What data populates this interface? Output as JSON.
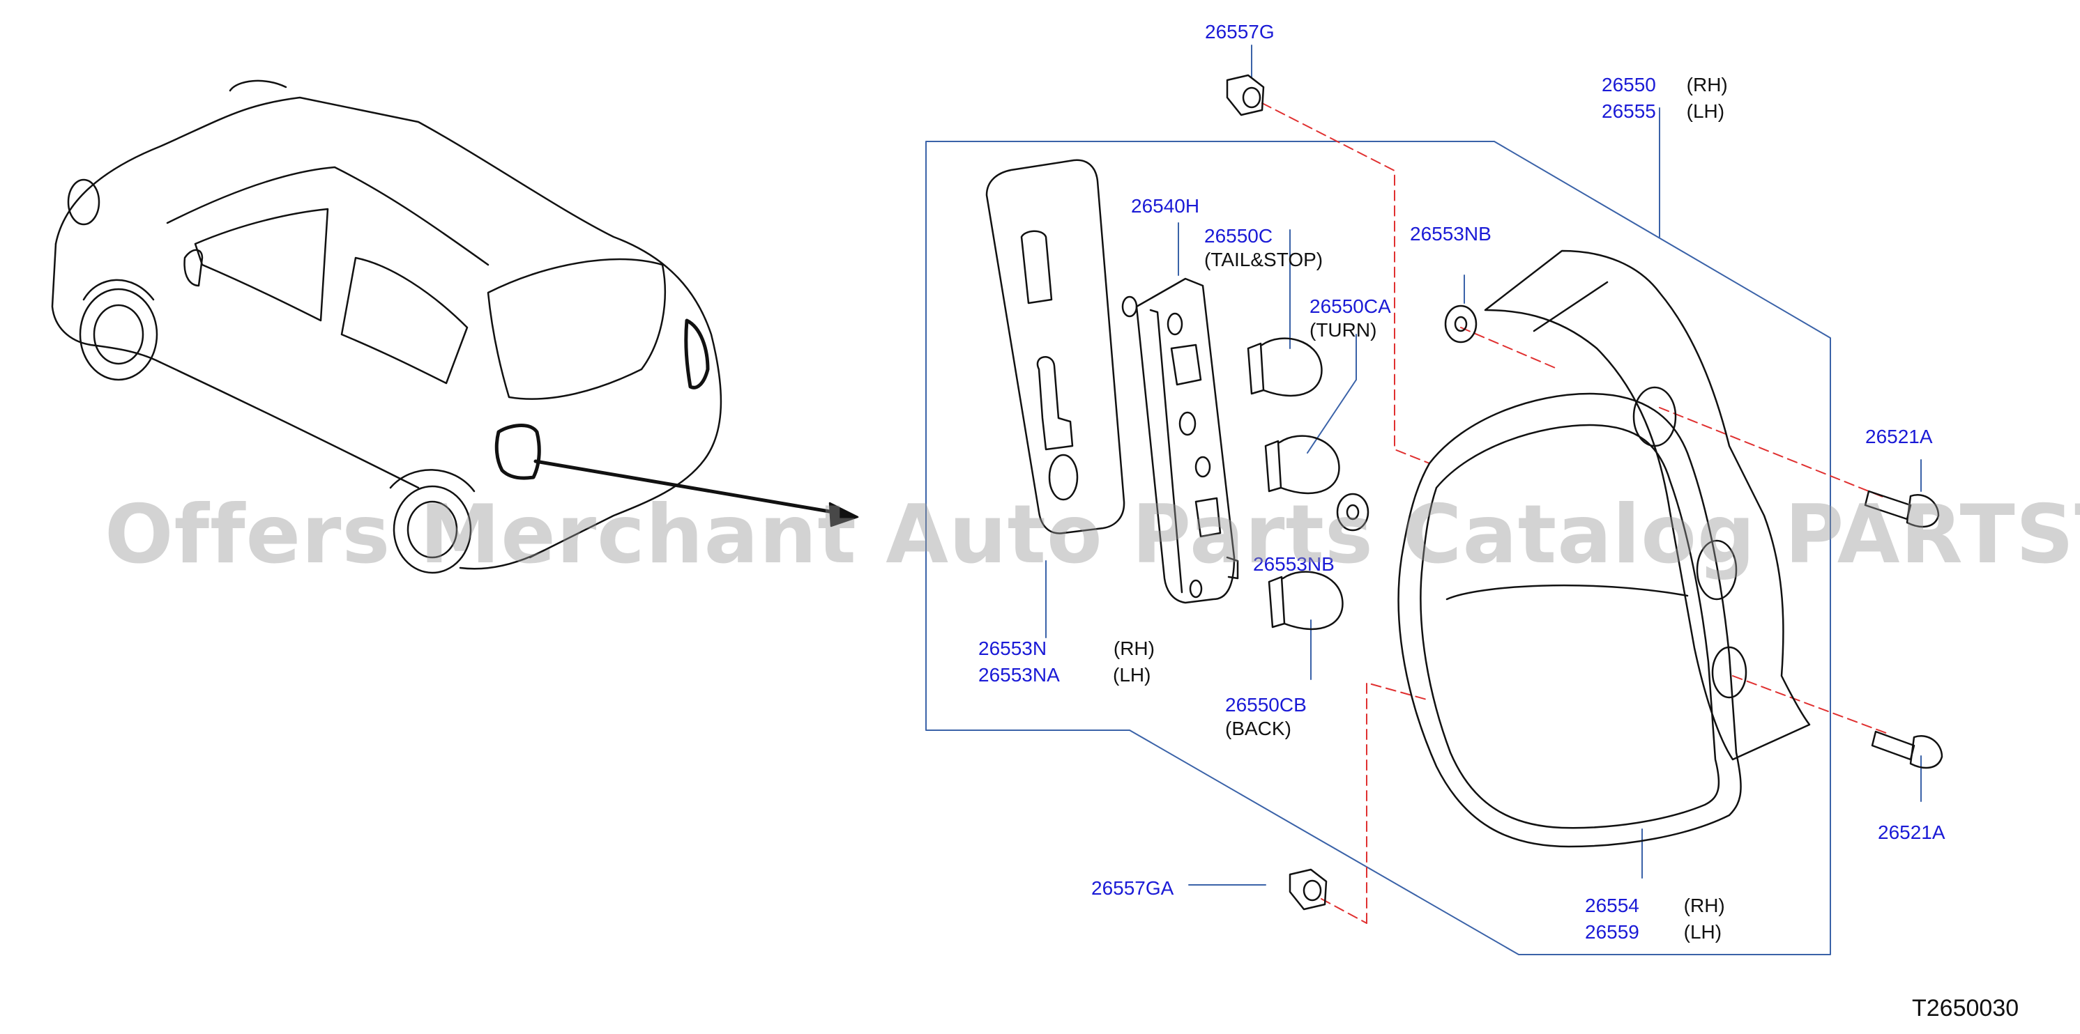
{
  "diagram": {
    "reference_code": "T2650030",
    "watermark": "Offers Merchant Auto Parts Catalog PARTSTORE.SA",
    "callouts": [
      {
        "id": "c-26557g",
        "part": "26557G",
        "note": ""
      },
      {
        "id": "c-26550",
        "part": "26550",
        "note": "(RH)"
      },
      {
        "id": "c-26555",
        "part": "26555",
        "note": "(LH)"
      },
      {
        "id": "c-26540h",
        "part": "26540H",
        "note": ""
      },
      {
        "id": "c-26550c",
        "part": "26550C",
        "note": "(TAIL&STOP)"
      },
      {
        "id": "c-26553nb-top",
        "part": "26553NB",
        "note": ""
      },
      {
        "id": "c-26550ca",
        "part": "26550CA",
        "note": "(TURN)"
      },
      {
        "id": "c-26521a-top",
        "part": "26521A",
        "note": ""
      },
      {
        "id": "c-26553nb-mid",
        "part": "26553NB",
        "note": ""
      },
      {
        "id": "c-26553n",
        "part": "26553N",
        "note": "(RH)"
      },
      {
        "id": "c-26553na",
        "part": "26553NA",
        "note": "(LH)"
      },
      {
        "id": "c-26550cb",
        "part": "26550CB",
        "note": "(BACK)"
      },
      {
        "id": "c-26521a-bottom",
        "part": "26521A",
        "note": ""
      },
      {
        "id": "c-26557ga",
        "part": "26557GA",
        "note": ""
      },
      {
        "id": "c-26554",
        "part": "26554",
        "note": "(RH)"
      },
      {
        "id": "c-26559",
        "part": "26559",
        "note": "(LH)"
      }
    ]
  }
}
